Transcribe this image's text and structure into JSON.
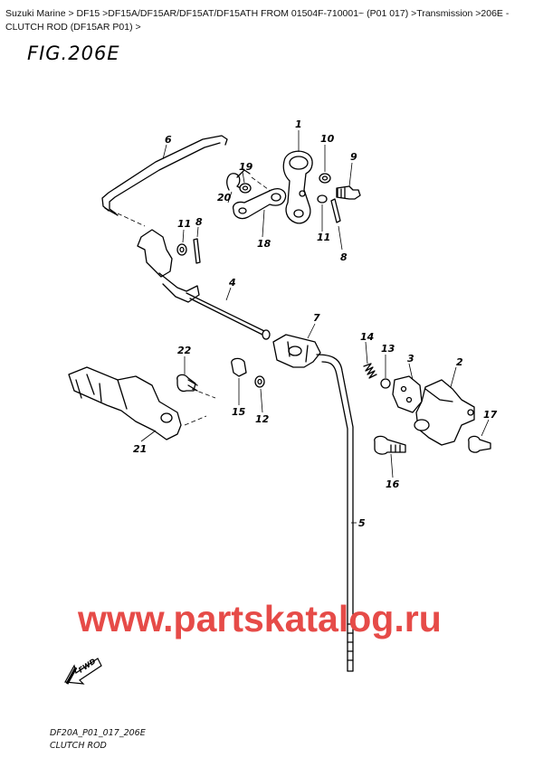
{
  "breadcrumb": {
    "items": [
      "Suzuki Marine",
      "DF15",
      "DF15A/DF15AR/DF15AT/DF15ATH FROM 01504F-710001~ (P01 017)",
      "Transmission",
      "206E - CLUTCH ROD (DF15AR P01)"
    ],
    "separator": ">",
    "trailing_separator": ">"
  },
  "figure": {
    "title": "FIG.206E",
    "code": "DF20A_P01_017_206E",
    "caption": "CLUTCH ROD"
  },
  "watermark": "www.partskatalog.ru",
  "fwd_label": "FWD",
  "callouts": [
    "1",
    "2",
    "3",
    "4",
    "5",
    "6",
    "7",
    "8",
    "8",
    "9",
    "10",
    "11",
    "11",
    "12",
    "13",
    "14",
    "15",
    "16",
    "17",
    "18",
    "19",
    "20",
    "21",
    "22"
  ],
  "colors": {
    "watermark": "#e64b48",
    "line": "#000000",
    "background": "#ffffff"
  }
}
